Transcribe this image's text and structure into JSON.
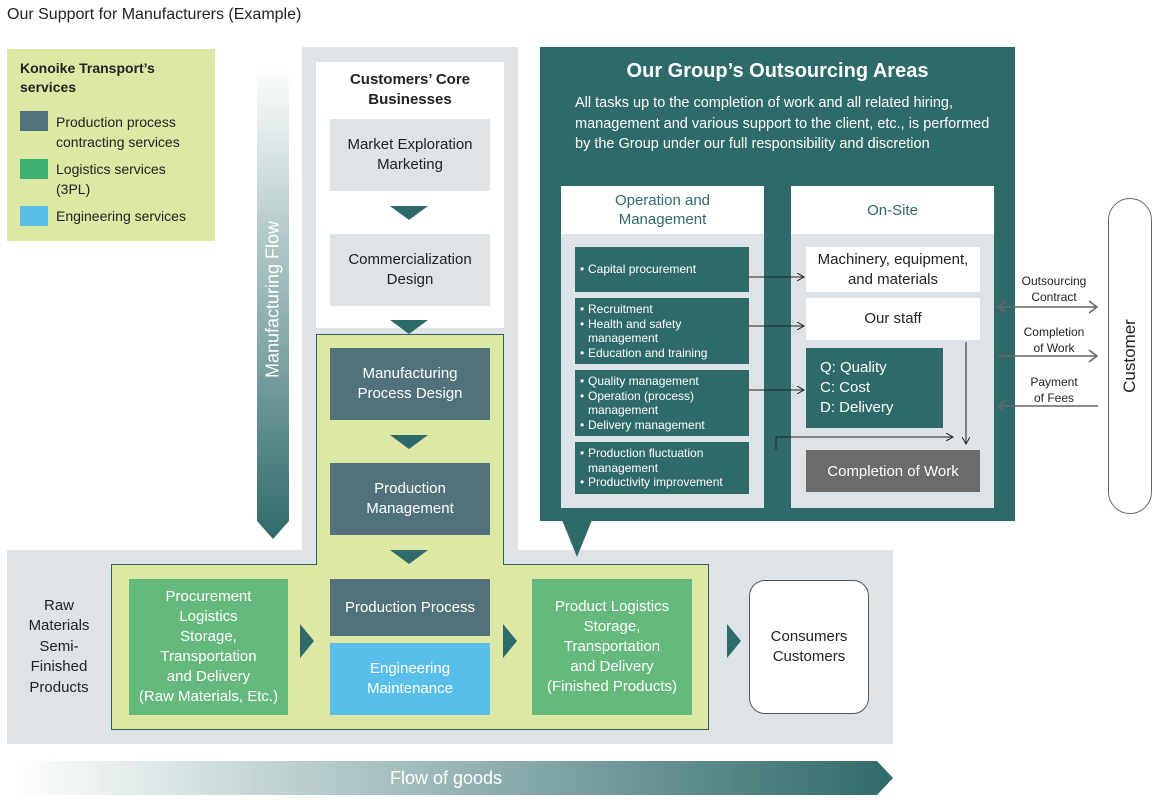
{
  "title": "Our Support for Manufacturers (Example)",
  "legend": {
    "heading": "Konoike Transport’s\nservices",
    "items": [
      {
        "label": "Production process\ncontracting services",
        "color": "#51727a"
      },
      {
        "label": "Logistics services\n(3PL)",
        "color": "#3daf6e"
      },
      {
        "label": "Engineering services",
        "color": "#5abeea"
      }
    ]
  },
  "manufacturing_flow": "Manufacturing Flow",
  "core": {
    "heading": "Customers’ Core\nBusinesses",
    "market": "Market Exploration\nMarketing",
    "commercialization": "Commercialization\nDesign"
  },
  "process": {
    "design": "Manufacturing\nProcess Design",
    "production_mgmt": "Production\nManagement",
    "production_process": "Production Process",
    "engineering": "Engineering\nMaintenance"
  },
  "flow_row": {
    "raw": "Raw\nMaterials\nSemi-\nFinished\nProducts",
    "procurement": "Procurement\nLogistics\nStorage,\nTransportation\nand Delivery\n(Raw Materials, Etc.)",
    "product_logistics": "Product Logistics\nStorage,\nTransportation\nand Delivery\n(Finished Products)",
    "consumers": "Consumers\nCustomers"
  },
  "outsourcing": {
    "heading": "Our Group’s Outsourcing Areas",
    "description": "All tasks up to the completion of work and all related hiring, management and various support to the client, etc., is performed by the Group under our full responsibility and discretion",
    "ops_header": "Operation and\nManagement",
    "onsite_header": "On-Site",
    "ops_items": [
      [
        "Capital procurement"
      ],
      [
        "Recruitment",
        "Health and safety\nmanagement",
        "Education and training"
      ],
      [
        "Quality management",
        "Operation (process)\nmanagement",
        "Delivery management"
      ],
      [
        "Production fluctuation\nmanagement",
        "Productivity improvement"
      ]
    ],
    "machinery": "Machinery, equipment,\nand materials",
    "staff": "Our staff",
    "qcd": "Q: Quality\nC: Cost\nD: Delivery",
    "completion": "Completion of Work"
  },
  "customer": {
    "label": "Customer",
    "arrow_outsourcing": "Outsourcing\nContract",
    "arrow_completion": "Completion\nof Work",
    "arrow_payment": "Payment\nof Fees"
  },
  "flow_of_goods": "Flow of goods"
}
